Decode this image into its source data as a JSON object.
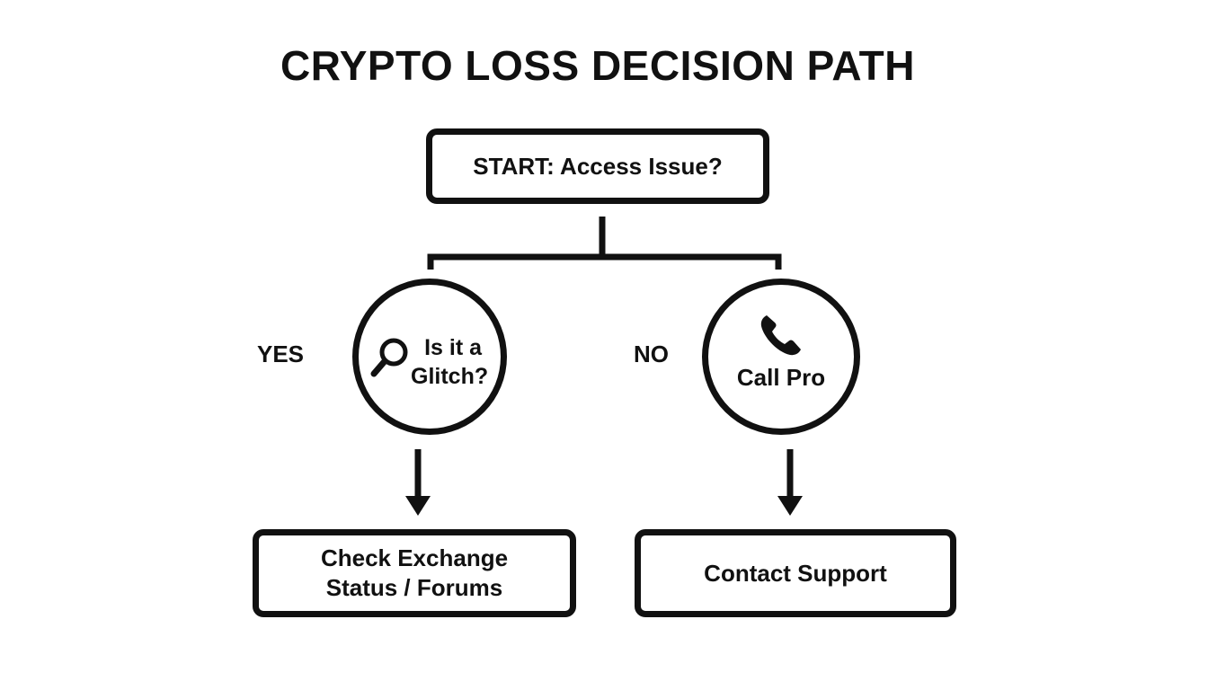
{
  "title": "CRYPTO LOSS DECISION PATH",
  "nodes": {
    "start": "START: Access Issue?",
    "glitch_line1": "Is it a",
    "glitch_line2": "Glitch?",
    "call_pro": "Call Pro",
    "check_line1": "Check Exchange",
    "check_line2": "Status / Forums",
    "contact": "Contact Support"
  },
  "branches": {
    "yes": "YES",
    "no": "NO"
  },
  "icons": {
    "glitch": "magnifier-icon",
    "call_pro": "phone-icon"
  },
  "colors": {
    "stroke": "#111111",
    "background": "#ffffff"
  }
}
